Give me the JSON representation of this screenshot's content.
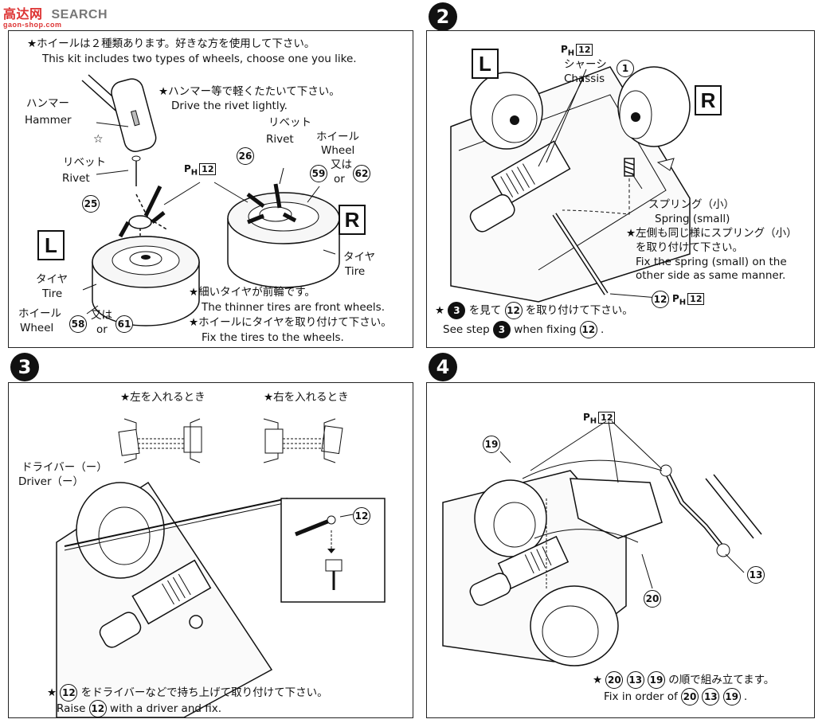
{
  "watermark": {
    "text": "SEARCH",
    "logo": "高达网",
    "sub": "gaon-shop.com"
  },
  "steps": {
    "s2": "2",
    "s3": "3",
    "s4": "4"
  },
  "panel1": {
    "note_jp": "★ホイールは２種類あります。好きな方を使用して下さい。",
    "note_en": "This kit includes two types of wheels, choose one you like.",
    "hammer_tip_jp": "★ハンマー等で軽くたたいて下さい。",
    "hammer_tip_en": "Drive the rivet lightly.",
    "hammer_jp": "ハンマー",
    "hammer_en": "Hammer",
    "rivet_jp": "リベット",
    "rivet_en": "Rivet",
    "rivet2_jp": "リベット",
    "rivet2_en": "Rivet",
    "wheel_jp": "ホイール",
    "wheel_en": "Wheel",
    "or_jp": "又は",
    "or_en": "or",
    "part_ph": "12",
    "n25": "25",
    "n26": "26",
    "n59": "59",
    "n62": "62",
    "n58": "58",
    "n61": "61",
    "L": "L",
    "R": "R",
    "tire_jp": "タイヤ",
    "tire_en": "Tire",
    "tire2_jp": "タイヤ",
    "tire2_en": "Tire",
    "wheel2_jp": "ホイール",
    "wheel2_en": "Wheel",
    "or2_jp": "又は",
    "or2_en": "or",
    "thin_jp": "★細いタイヤが前輪です。",
    "thin_en": "The thinner tires are front wheels.",
    "fix_jp": "★ホイールにタイヤを取り付けて下さい。",
    "fix_en": "Fix the tires to the wheels."
  },
  "panel2": {
    "chassis_jp": "シャーシ",
    "chassis_en": "Chassis",
    "n1": "1",
    "L": "L",
    "R": "R",
    "spring_jp": "スプリング（小）",
    "spring_en": "Spring (small)",
    "other_jp1": "★左側も同じ様にスプリング（小）",
    "other_jp2": "を取り付けて下さい。",
    "other_en1": "Fix the spring (small) on the",
    "other_en2": "other side as same manner.",
    "n12": "12",
    "see_jp_a": "★",
    "see_jp_b": "を見て",
    "see_jp_c": "を取り付けて下さい。",
    "see_en_a": "See step",
    "see_en_b": "when fixing",
    "ref_step": "3",
    "ph": "12"
  },
  "panel3": {
    "left_jp": "★左を入れるとき",
    "right_jp": "★右を入れるとき",
    "driver_jp": "ドライバー（ー）",
    "driver_en": "Driver（ー）",
    "n12": "12",
    "raise_jp_a": "★",
    "raise_jp_b": "をドライバーなどで持ち上げて取り付けて下さい。",
    "raise_en_a": "Raise",
    "raise_en_b": "with a driver and fix."
  },
  "panel4": {
    "ph": "12",
    "n19": "19",
    "n13": "13",
    "n20": "20",
    "order_jp_a": "★",
    "order_jp_b": "の順で組み立てます。",
    "order_en_a": "Fix in order of",
    "order_en_b": "."
  }
}
